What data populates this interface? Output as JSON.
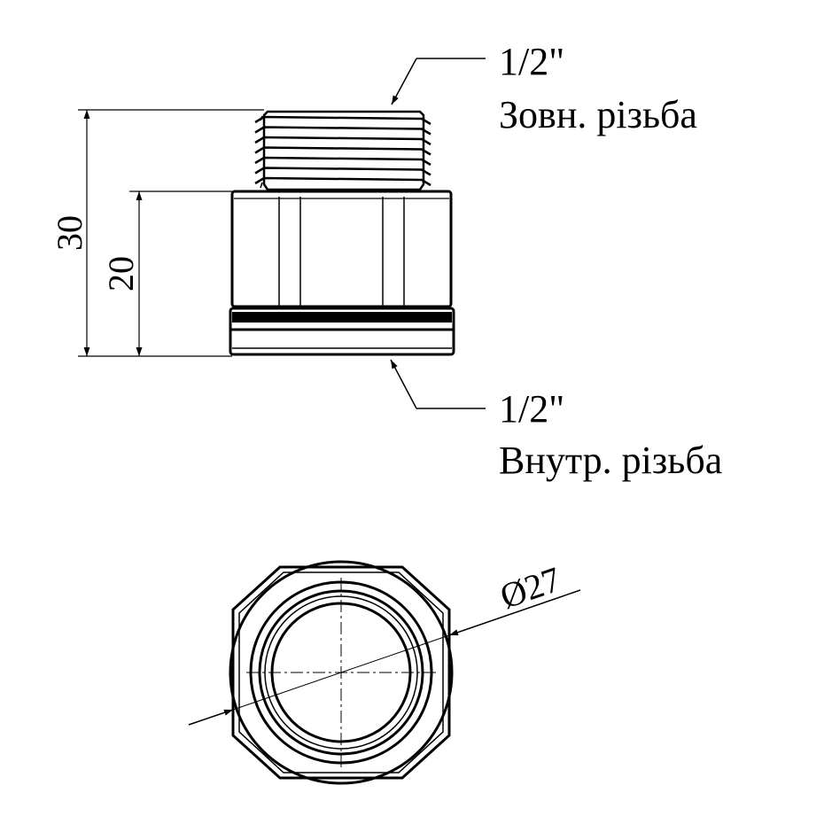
{
  "dimensions": {
    "total_height": "30",
    "body_height": "20",
    "diameter": "Ø27"
  },
  "callouts": {
    "top": {
      "size": "1/2\"",
      "desc": "Зовн. різьба"
    },
    "bottom": {
      "size": "1/2\"",
      "desc": "Внутр. різьба"
    }
  },
  "colors": {
    "line": "#000000",
    "background": "#ffffff"
  }
}
